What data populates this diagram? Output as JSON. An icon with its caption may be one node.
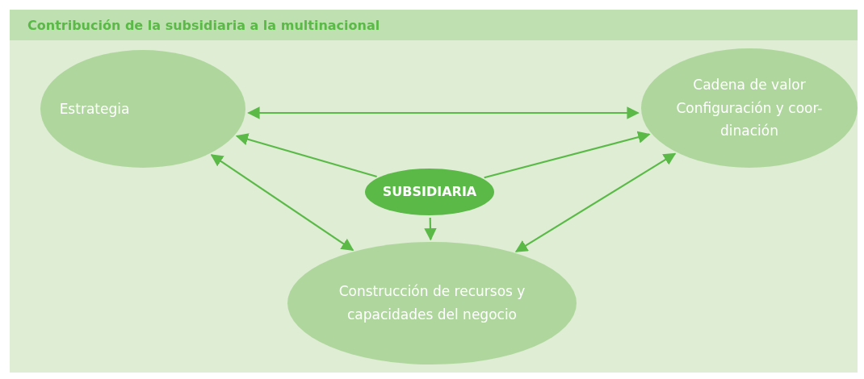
{
  "diagram": {
    "title": "Contribución de la subsidiaria a la multinacional",
    "nodes": [
      {
        "text": [
          "Estrategia"
        ]
      },
      {
        "text": [
          "Cadena de valor",
          "Configuración y coor-dinación"
        ]
      },
      {
        "text": [
          "SUBSIDIARIA"
        ]
      },
      {
        "text": [
          "Construcción de recursos y capacidades del negocio"
        ]
      }
    ],
    "edges": [
      {
        "from": 0,
        "to": 1,
        "arrow": "both"
      },
      {
        "from": 2,
        "to": 0,
        "arrow": "to"
      },
      {
        "from": 2,
        "to": 1,
        "arrow": "to"
      },
      {
        "from": 2,
        "to": 3,
        "arrow": "to"
      },
      {
        "from": 0,
        "to": 3,
        "arrow": "both"
      },
      {
        "from": 1,
        "to": 3,
        "arrow": "both"
      }
    ]
  }
}
